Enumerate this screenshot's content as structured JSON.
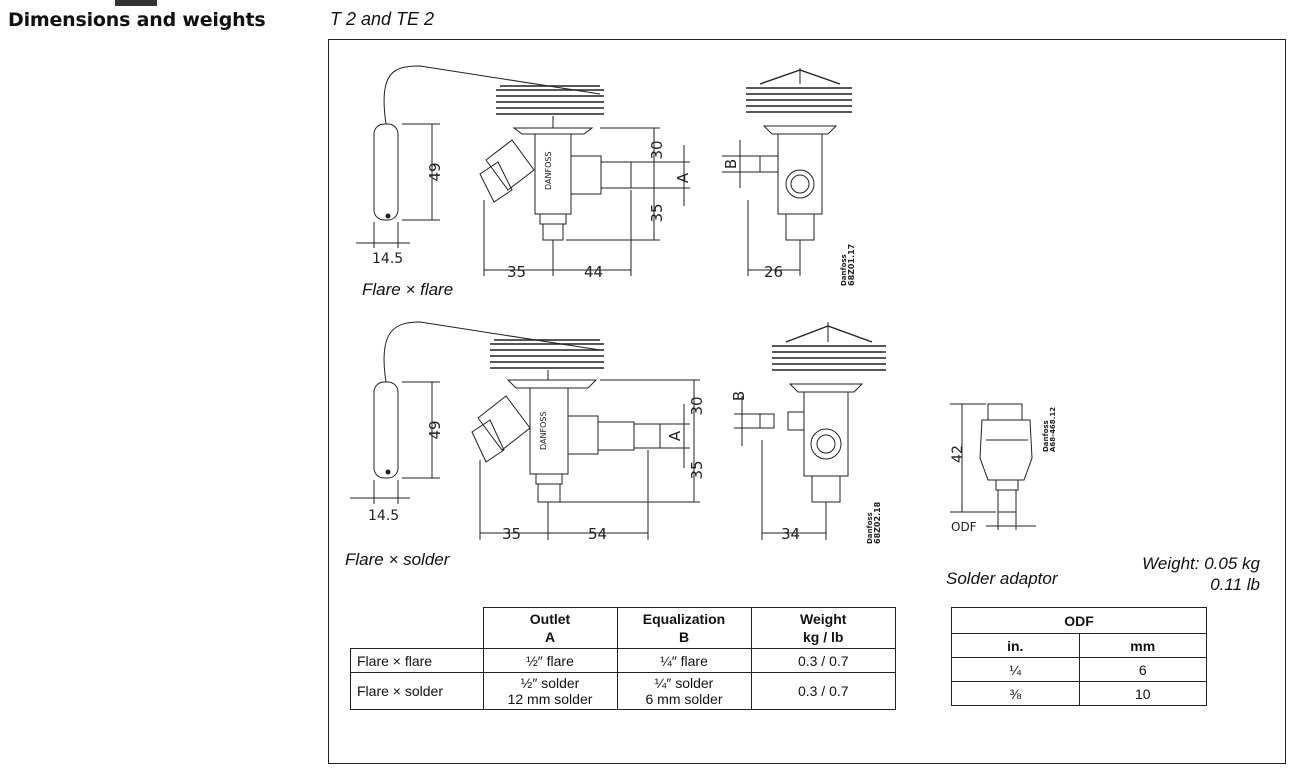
{
  "page": {
    "section_title": "Dimensions and weights",
    "subtitle": "T 2 and TE 2"
  },
  "drawings": {
    "flare_flare": {
      "caption": "Flare × flare",
      "dims": [
        "49",
        "14.5",
        "30",
        "35",
        "35",
        "44",
        "26",
        "A",
        "B"
      ],
      "code": "68Z01.17",
      "brand": "Danfoss"
    },
    "flare_solder": {
      "caption": "Flare × solder",
      "dims": [
        "49",
        "14.5",
        "30",
        "35",
        "35",
        "54",
        "34",
        "A",
        "B"
      ],
      "code": "68Z02.18",
      "brand": "Danfoss"
    },
    "adaptor": {
      "caption": "Solder adaptor",
      "dim_height": "42",
      "odf_label": "ODF",
      "code": "A68-468.12",
      "brand": "Danfoss",
      "weight_kg": "Weight: 0.05 kg",
      "weight_lb": "0.11  lb"
    },
    "valve_text": "DANFOSS"
  },
  "main_table": {
    "headers": [
      {
        "l1": "Outlet",
        "l2": "A"
      },
      {
        "l1": "Equalization",
        "l2": "B"
      },
      {
        "l1": "Weight",
        "l2": "kg / lb"
      }
    ],
    "rows": [
      {
        "label": "Flare × flare",
        "outlet": [
          "½″ flare"
        ],
        "equal": [
          "¼″ flare"
        ],
        "weight": "0.3 / 0.7"
      },
      {
        "label": "Flare × solder",
        "outlet": [
          "½″ solder",
          "12 mm solder"
        ],
        "equal": [
          "¼″ solder",
          "6 mm solder"
        ],
        "weight": "0.3 / 0.7"
      }
    ]
  },
  "odf_table": {
    "header": "ODF",
    "cols": [
      "in.",
      "mm"
    ],
    "rows": [
      {
        "in": "¼",
        "mm": "6"
      },
      {
        "in": "⅜",
        "mm": "10"
      }
    ]
  }
}
